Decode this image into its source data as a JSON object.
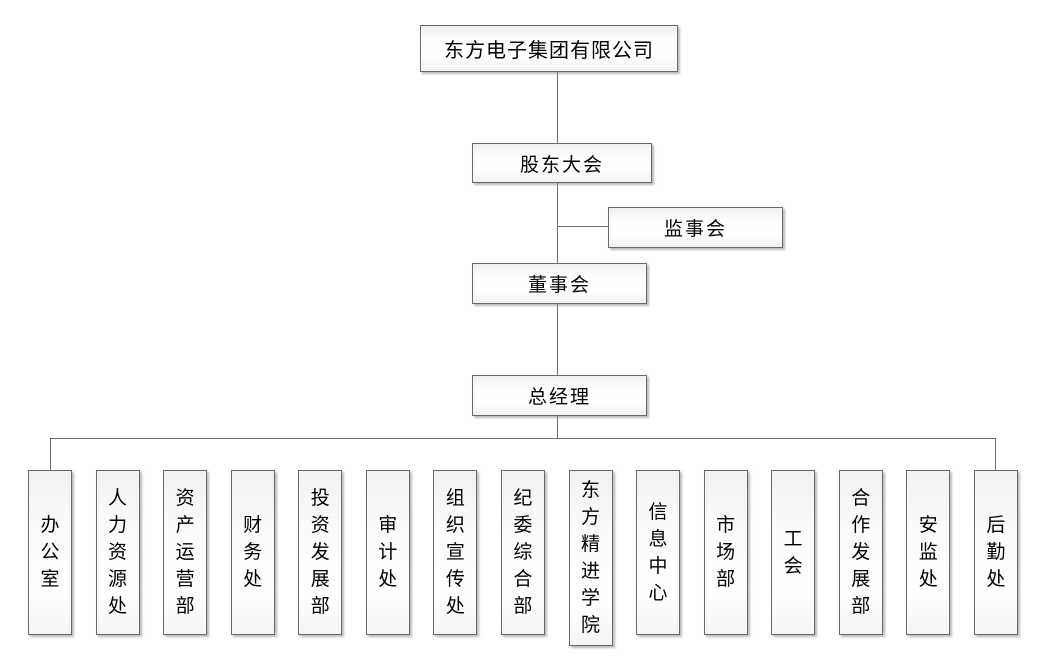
{
  "org": {
    "root": "东方电子集团有限公司",
    "shareholders_meeting": "股东大会",
    "supervisory_board": "监事会",
    "board_of_directors": "董事会",
    "general_manager": "总经理",
    "departments": [
      "办公室",
      "人力资源处",
      "资产运营部",
      "财务处",
      "投资发展部",
      "审计处",
      "组织宣传处",
      "纪委综合部",
      "东方精进学院",
      "信息中心",
      "市场部",
      "工会",
      "合作发展部",
      "安监处",
      "后勤处"
    ]
  },
  "colors": {
    "box_border": "#6a6a6a",
    "connector_line": "#707070",
    "box_fill_top": "#efefef",
    "box_fill_bottom": "#ffffff",
    "background": "#ffffff",
    "text": "#000000"
  },
  "chart_data": {
    "type": "table",
    "title": "东方电子集团有限公司 组织结构图",
    "hierarchy": {
      "东方电子集团有限公司": {
        "股东大会": {
          "监事会": {},
          "董事会": {
            "总经理": [
              "办公室",
              "人力资源处",
              "资产运营部",
              "财务处",
              "投资发展部",
              "审计处",
              "组织宣传处",
              "纪委综合部",
              "东方精进学院",
              "信息中心",
              "市场部",
              "工会",
              "合作发展部",
              "安监处",
              "后勤处"
            ]
          }
        }
      }
    }
  }
}
